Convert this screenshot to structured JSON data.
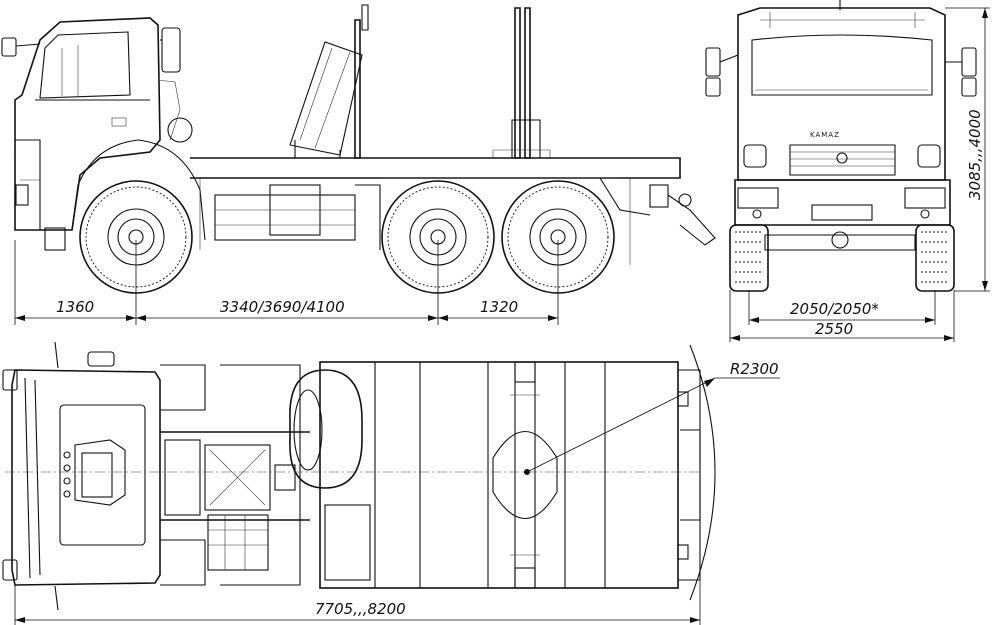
{
  "dimensions": {
    "front_overhang": "1360",
    "wheelbase": "3340/3690/4100",
    "rear_axle_spacing": "1320",
    "track": "2050/2050*",
    "width": "2550",
    "height": "3085,,,4000",
    "length": "7705,,,8200",
    "turn_radius": "R2300"
  },
  "badge": "KAMAZ"
}
